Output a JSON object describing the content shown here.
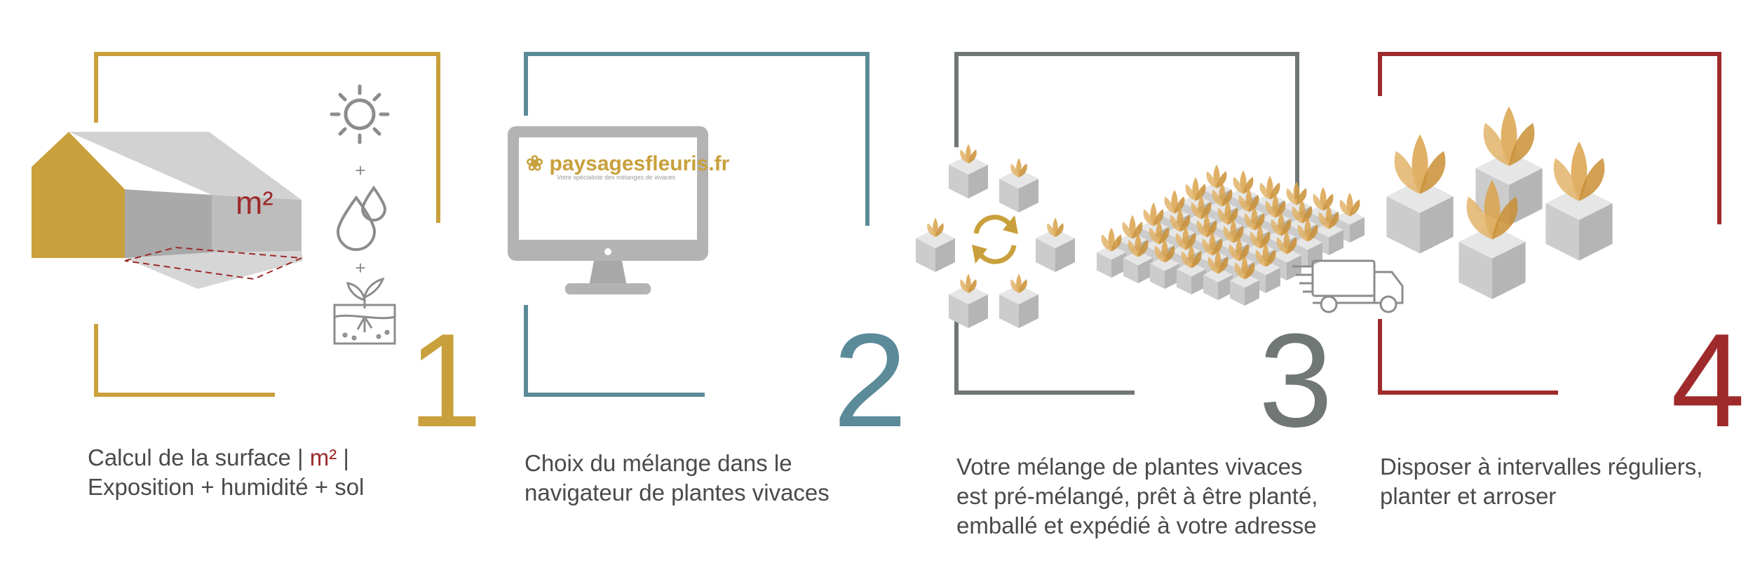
{
  "colors": {
    "step1": "#c9a03c",
    "step2": "#5b8a99",
    "step3": "#707775",
    "step4": "#9e2a2b",
    "text": "#4a4a4a",
    "icon": "#8c8c8c",
    "box": "#cfcfcf",
    "plant": "#d9a24a"
  },
  "steps": [
    {
      "number": "1",
      "area_label": "m²",
      "plus": "+",
      "caption_line1_a": "Calcul de la surface | ",
      "caption_line1_b": "m²",
      "caption_line1_c": " |",
      "caption_line2": "Exposition + humidité + sol",
      "icons": [
        "house-icon",
        "sun-icon",
        "water-drops-icon",
        "soil-plant-icon"
      ]
    },
    {
      "number": "2",
      "logo_text": "paysagesfleuris.fr",
      "logo_tagline": "Votre spécialiste des mélanges de vivaces",
      "caption_line1": "Choix du mélange dans le",
      "caption_line2": "navigateur de plantes vivaces",
      "icons": [
        "monitor-icon"
      ]
    },
    {
      "number": "3",
      "caption_line1": "Votre mélange de plantes vivaces",
      "caption_line2": "est pré-mélangé, prêt à être planté,",
      "caption_line3": "emballé et expédié à votre adresse",
      "icons": [
        "mix-cycle-icon",
        "plant-tray-icon",
        "delivery-truck-icon"
      ]
    },
    {
      "number": "4",
      "caption_line1": "Disposer à intervalles réguliers,",
      "caption_line2": "planter et arroser",
      "icons": [
        "potted-plants-icon"
      ]
    }
  ]
}
